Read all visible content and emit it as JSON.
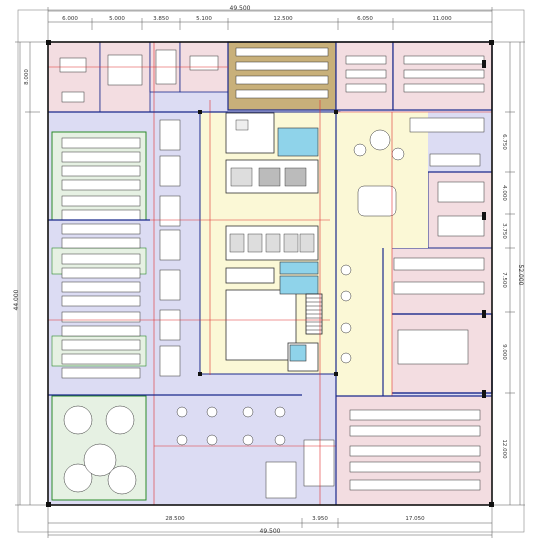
{
  "dimensions": {
    "top_total": "49.500",
    "top_segments": [
      "6.000",
      "5.000",
      "3.850",
      "5.100",
      "12.500",
      "6.050",
      "11.000"
    ],
    "bottom_total": "49.500",
    "bottom_segments": [
      "28.500",
      "3.950",
      "17.050"
    ],
    "left_total": "44.000",
    "left_top": "8.000",
    "right_total": "52.000",
    "right_segments": [
      "6.750",
      "4.000",
      "3.750",
      "7.500",
      "9.000",
      "12.000"
    ]
  },
  "colors": {
    "pink": "#f3dde1",
    "lavender": "#dcdcf3",
    "cream": "#fbf8d6",
    "tan": "#c8b07a",
    "green_room": "#e6f1e3",
    "blue_wall": "#1b2a8c",
    "red_grid": "#e03030",
    "cyan": "#8fd3ea"
  }
}
